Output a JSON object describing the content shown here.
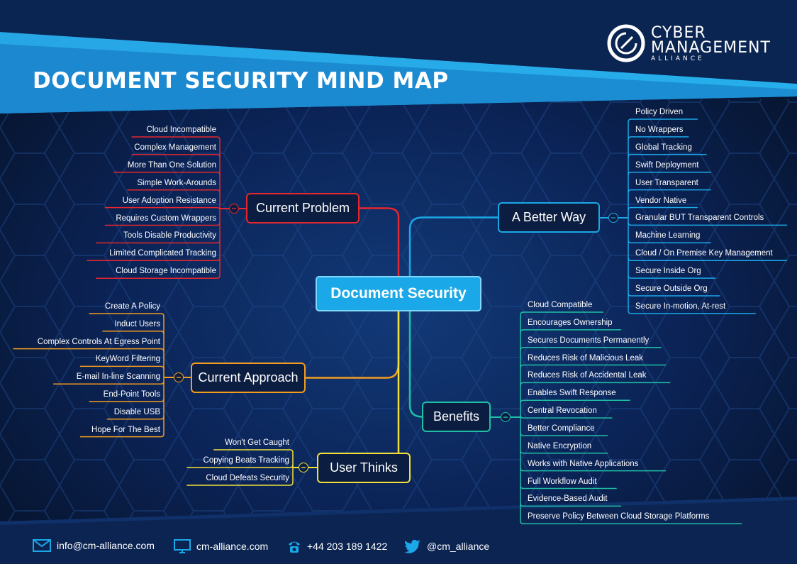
{
  "header": {
    "title": "DOCUMENT SECURITY MIND MAP"
  },
  "logo": {
    "line1": "CYBER",
    "line2": "MANAGEMENT",
    "line3": "ALLIANCE",
    "icon": "cma-logo-icon"
  },
  "colors": {
    "problem": "#e8262d",
    "approach": "#f39c1f",
    "user_thinks": "#f2e03a",
    "better_way": "#1aa8e8",
    "benefits": "#1ec0a5",
    "center": "#1aa8e8"
  },
  "center": {
    "label": "Document Security"
  },
  "branches": {
    "current_problem": {
      "label": "Current Problem",
      "items": [
        "Cloud Incompatible",
        "Complex Management",
        "More Than One Solution",
        "Simple Work-Arounds",
        "User Adoption Resistance",
        "Requires Custom Wrappers",
        "Tools Disable Productivity",
        "Limited Complicated Tracking",
        "Cloud Storage Incompatible"
      ]
    },
    "current_approach": {
      "label": "Current Approach",
      "items": [
        "Create A Policy",
        "Induct Users",
        "Complex Controls At Egress Point",
        "KeyWord Filtering",
        "E-mail In-line Scanning",
        "End-Point Tools",
        "Disable USB",
        "Hope For The Best"
      ]
    },
    "user_thinks": {
      "label": "User Thinks",
      "items": [
        "Won't Get Caught",
        "Copying Beats Tracking",
        "Cloud Defeats Security"
      ]
    },
    "better_way": {
      "label": "A Better Way",
      "items": [
        "Policy Driven",
        "No Wrappers",
        "Global Tracking",
        "Swift Deployment",
        "User Transparent",
        "Vendor Native",
        "Granular BUT Transparent Controls",
        "Machine Learning",
        "Cloud / On Premise Key Management",
        "Secure Inside Org",
        "Secure Outside Org",
        "Secure  In-motion, At-rest"
      ]
    },
    "benefits": {
      "label": "Benefits",
      "items": [
        "Cloud Compatible",
        "Encourages Ownership",
        "Secures Documents Permanently",
        "Reduces Risk of Malicious Leak",
        "Reduces Risk of Accidental Leak",
        "Enables Swift Response",
        "Central Revocation",
        "Better Compliance",
        "Native Encryption",
        "Works with Native Applications",
        "Full Workflow Audit",
        "Evidence-Based Audit",
        "Preserve Policy Between Cloud Storage Platforms"
      ]
    }
  },
  "collapse_symbol": "−",
  "footer": {
    "email": "info@cm-alliance.com",
    "website": "cm-alliance.com",
    "phone": "+44 203 189 1422",
    "twitter": "@cm_alliance",
    "icons": [
      "envelope-icon",
      "monitor-icon",
      "telephone-icon",
      "twitter-icon"
    ]
  }
}
